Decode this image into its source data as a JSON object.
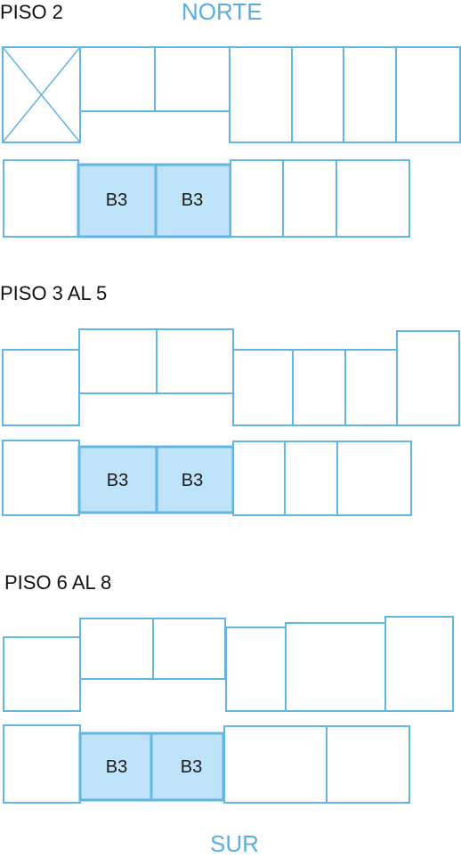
{
  "compass": {
    "north": "NORTE",
    "south": "SUR"
  },
  "floors": [
    {
      "title": "PISO 2"
    },
    {
      "title": "PISO 3 AL 5"
    },
    {
      "title": "PISO 6 AL 8"
    }
  ],
  "unit_label": "B3",
  "colors": {
    "outline": "#62b5e5",
    "highlight_fill": "#bfe3f8",
    "compass_text": "#5aaedf"
  }
}
